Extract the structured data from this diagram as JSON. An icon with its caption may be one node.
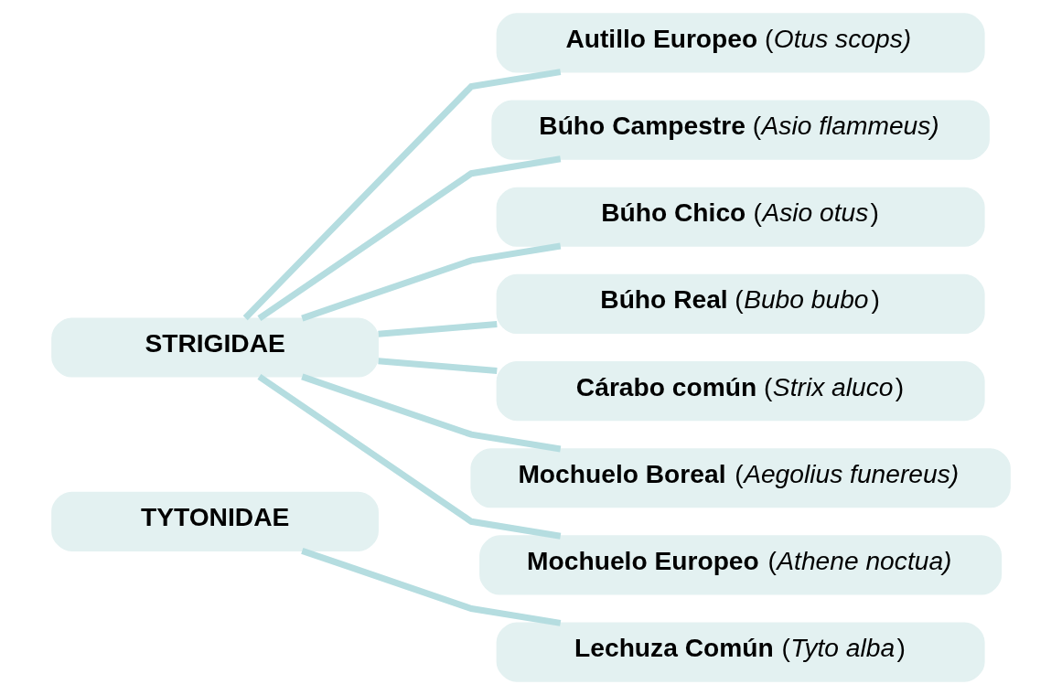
{
  "diagram": {
    "nodes": [
      {
        "text": [
          "STRIGIDAE"
        ]
      },
      {
        "text": [
          "**Autillo Europeo** (*Otus scops)*"
        ]
      },
      {
        "text": [
          "**Búho Campestre** (*Asio flammeus)*"
        ]
      },
      {
        "text": [
          "**Búho Chico** (*Asio otus*)"
        ]
      },
      {
        "text": [
          "**Búho Real** (*Bubo bubo*)"
        ]
      },
      {
        "text": [
          "**Cárabo común** (*Strix aluco*)"
        ]
      },
      {
        "text": [
          "**Mochuelo Boreal** (*Aegolius funereus)*"
        ]
      },
      {
        "text": [
          "**Mochuelo Europeo** (*Athene noctua)*"
        ]
      },
      {
        "text": [
          "TYTONIDAE"
        ]
      },
      {
        "text": [
          "**Lechuza Común** (*Tyto alba*)"
        ]
      }
    ],
    "edges": [
      {
        "from": 0,
        "to": 1,
        "arrow": "none"
      },
      {
        "from": 0,
        "to": 2,
        "arrow": "none"
      },
      {
        "from": 0,
        "to": 3,
        "arrow": "none"
      },
      {
        "from": 0,
        "to": 4,
        "arrow": "none"
      },
      {
        "from": 0,
        "to": 5,
        "arrow": "none"
      },
      {
        "from": 0,
        "to": 6,
        "arrow": "none"
      },
      {
        "from": 0,
        "to": 7,
        "arrow": "none"
      },
      {
        "from": 8,
        "to": 9,
        "arrow": "none"
      }
    ]
  }
}
